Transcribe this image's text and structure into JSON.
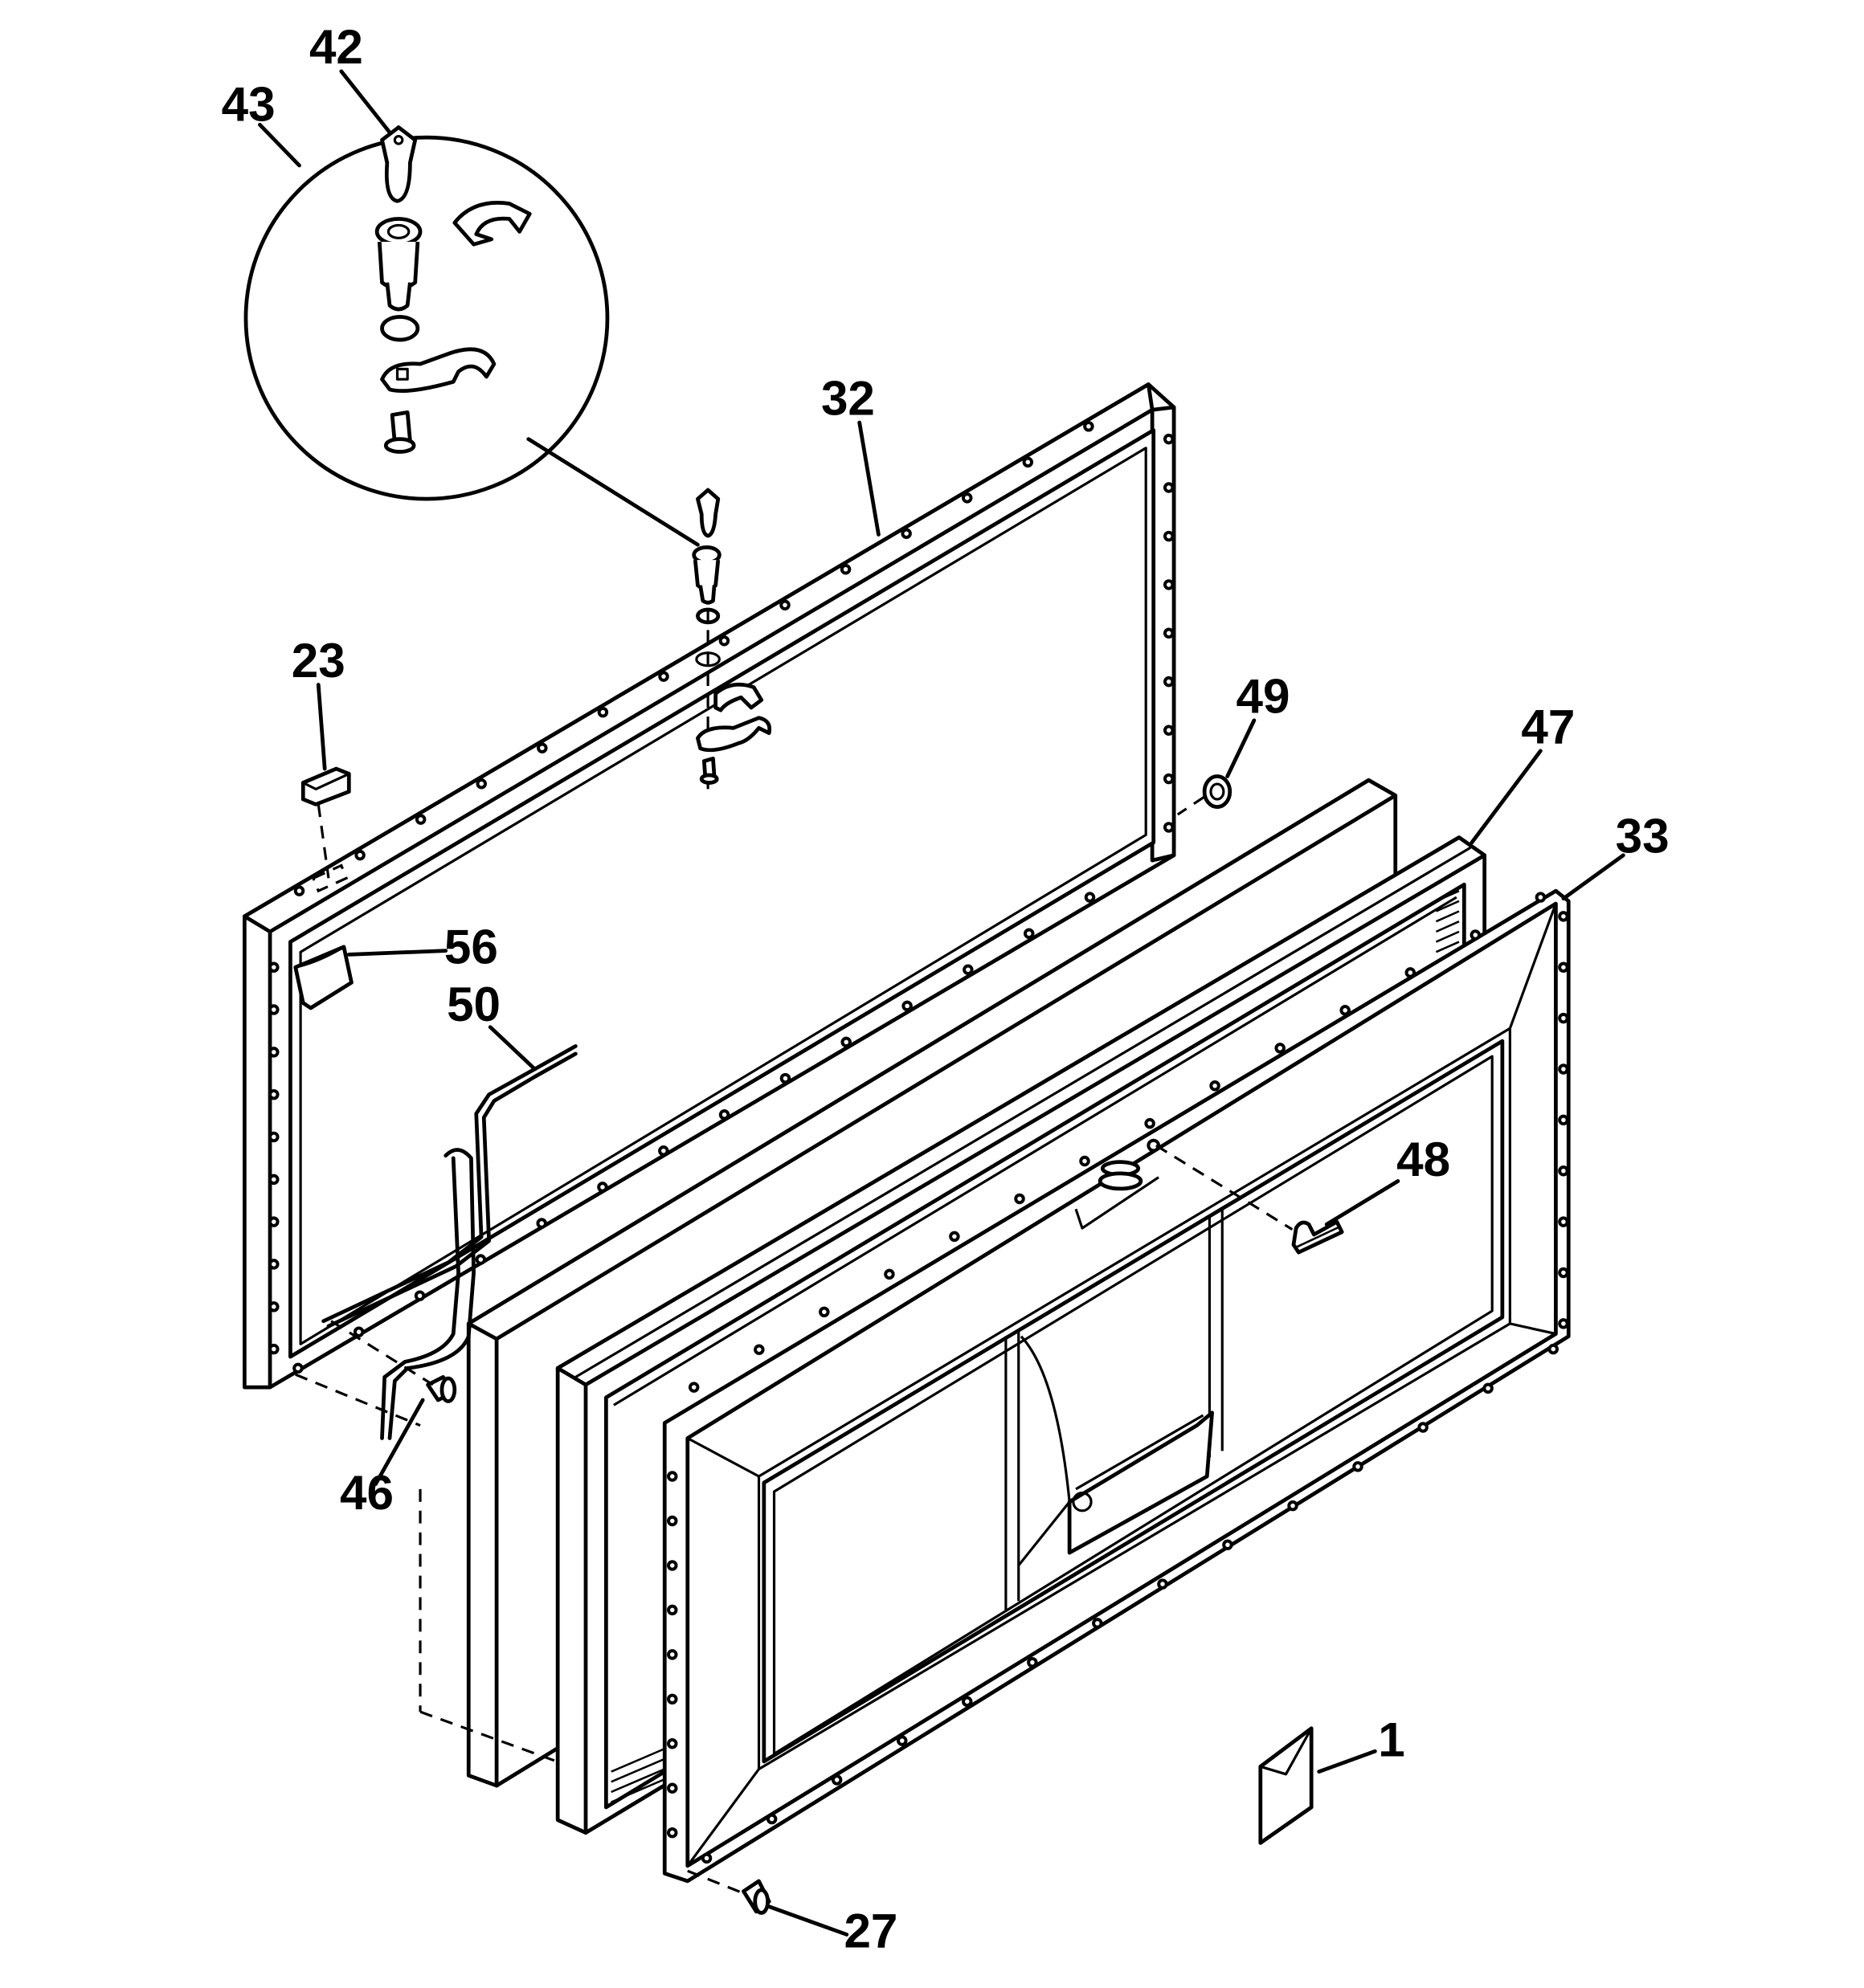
{
  "diagram": {
    "part_labels": [
      {
        "id": "42",
        "text": "42"
      },
      {
        "id": "43",
        "text": "43"
      },
      {
        "id": "32",
        "text": "32"
      },
      {
        "id": "23",
        "text": "23"
      },
      {
        "id": "49",
        "text": "49"
      },
      {
        "id": "47",
        "text": "47"
      },
      {
        "id": "33",
        "text": "33"
      },
      {
        "id": "56",
        "text": "56"
      },
      {
        "id": "50",
        "text": "50"
      },
      {
        "id": "48",
        "text": "48"
      },
      {
        "id": "46",
        "text": "46"
      },
      {
        "id": "1",
        "text": "1"
      },
      {
        "id": "27",
        "text": "27"
      }
    ]
  }
}
